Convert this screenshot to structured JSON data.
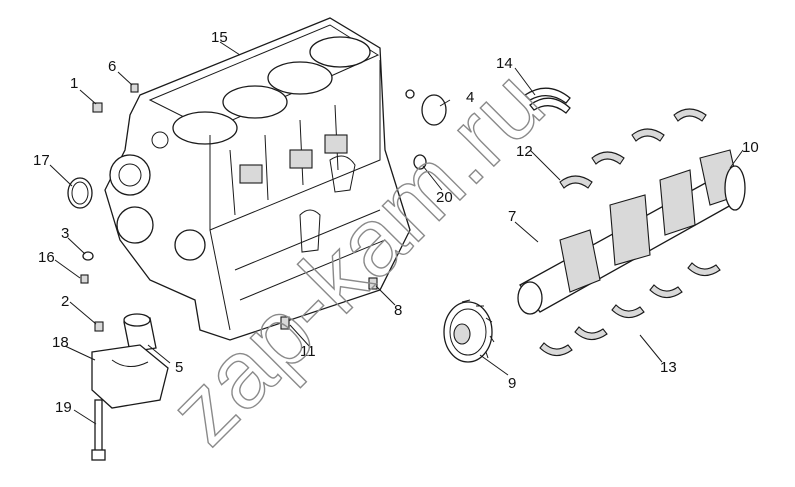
{
  "diagram": {
    "callouts": [
      {
        "id": "c1",
        "label": "1"
      },
      {
        "id": "c2",
        "label": "2"
      },
      {
        "id": "c3",
        "label": "3"
      },
      {
        "id": "c4",
        "label": "4"
      },
      {
        "id": "c5",
        "label": "5"
      },
      {
        "id": "c6",
        "label": "6"
      },
      {
        "id": "c7",
        "label": "7"
      },
      {
        "id": "c8",
        "label": "8"
      },
      {
        "id": "c9",
        "label": "9"
      },
      {
        "id": "c10",
        "label": "10"
      },
      {
        "id": "c11",
        "label": "11"
      },
      {
        "id": "c12",
        "label": "12"
      },
      {
        "id": "c13",
        "label": "13"
      },
      {
        "id": "c14",
        "label": "14"
      },
      {
        "id": "c15",
        "label": "15"
      },
      {
        "id": "c16",
        "label": "16"
      },
      {
        "id": "c17",
        "label": "17"
      },
      {
        "id": "c18",
        "label": "18"
      },
      {
        "id": "c19",
        "label": "19"
      },
      {
        "id": "c20",
        "label": "20"
      }
    ],
    "watermark": "zap-kam.ru"
  },
  "colors": {
    "line": "#1a1a1a",
    "fill": "#ffffff",
    "shade": "#d9d9d9",
    "watermark": "#8a8a8a"
  }
}
